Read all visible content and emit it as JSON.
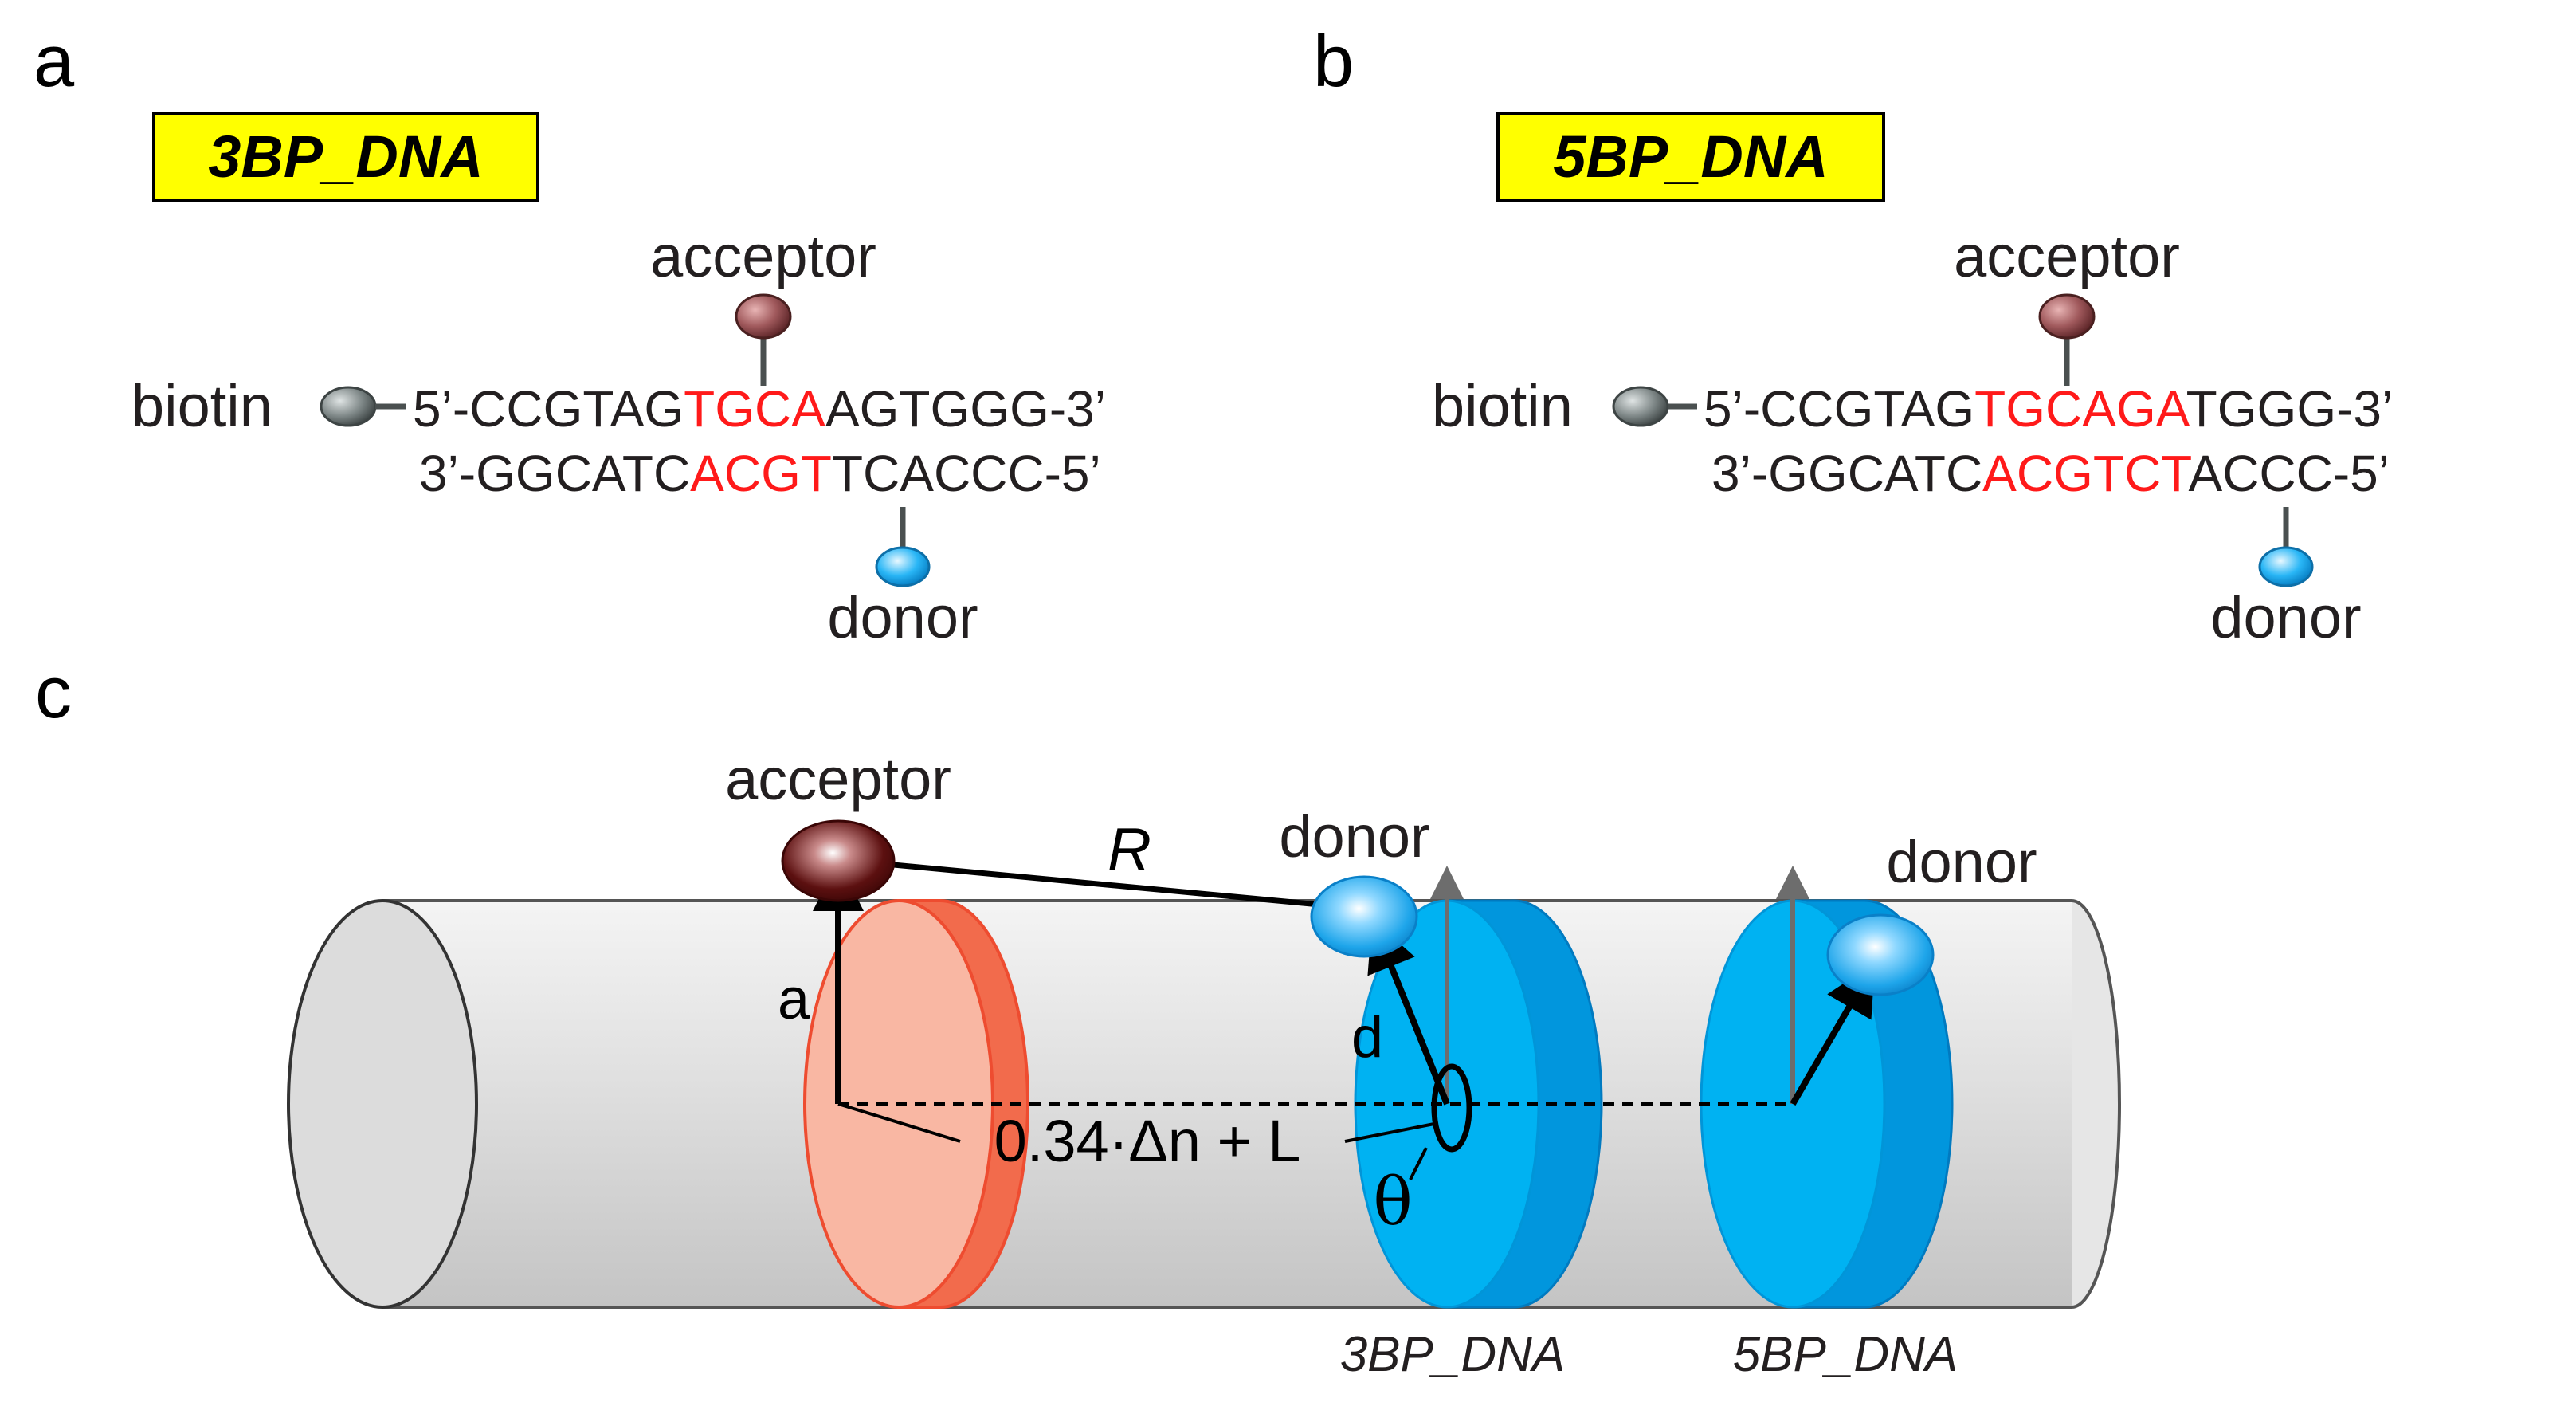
{
  "panel_a": {
    "letter": "a",
    "title": "3BP_DNA",
    "acceptor_label": "acceptor",
    "donor_label": "donor",
    "biotin_label": "biotin",
    "top_strand": {
      "prefix": "5’-CCGTAG",
      "highlight": "TGCA",
      "suffix": "AGTGGG-3’"
    },
    "bottom_strand": {
      "prefix": "3’-GGCATC",
      "highlight": "ACGT",
      "suffix": "TCACCC-5’"
    }
  },
  "panel_b": {
    "letter": "b",
    "title": "5BP_DNA",
    "acceptor_label": "acceptor",
    "donor_label": "donor",
    "biotin_label": "biotin",
    "top_strand": {
      "prefix": "5’-CCGTAG",
      "highlight": "TGCAGA",
      "suffix": "TGGG-3’"
    },
    "bottom_strand": {
      "prefix": "3’-GGCATC",
      "highlight": "ACGTCT",
      "suffix": "ACCC-5’"
    }
  },
  "panel_c": {
    "letter": "c",
    "acceptor_label": "acceptor",
    "donor_label_3bp": "donor",
    "donor_label_5bp": "donor",
    "r_label": "R",
    "a_label": "a",
    "d_label": "d",
    "distance_label": "0.34·Δn + L",
    "theta_label": "θ",
    "disk_label_3bp": "3BP_DNA",
    "disk_label_5bp": "5BP_DNA"
  },
  "colors": {
    "highlight_red": "#ff1a1a",
    "title_box_yellow": "#ffff00",
    "acceptor_maroon": "#6b1a1a",
    "donor_blue": "#29b6f6",
    "disk_blue": "#00b0f0",
    "disk_salmon": "#f9b7a3",
    "cylinder_gray": "#d9d9d9",
    "biotin_gray": "#6e7575"
  }
}
